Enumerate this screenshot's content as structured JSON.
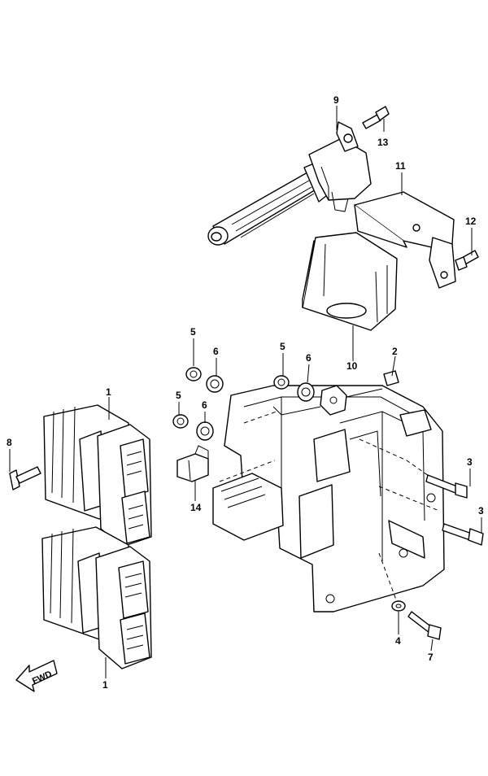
{
  "callouts": {
    "c1_top": "1",
    "c1_bottom": "1",
    "c2": "2",
    "c3_upper": "3",
    "c3_lower": "3",
    "c4": "4",
    "c5_left_upper": "5",
    "c5_left_lower": "5",
    "c5_right": "5",
    "c6_left_upper": "6",
    "c6_left_lower": "6",
    "c6_right": "6",
    "c7": "7",
    "c8": "8",
    "c9": "9",
    "c10": "10",
    "c11": "11",
    "c12": "12",
    "c13": "13",
    "c14": "14"
  },
  "direction_arrow": {
    "label": "FWD"
  }
}
